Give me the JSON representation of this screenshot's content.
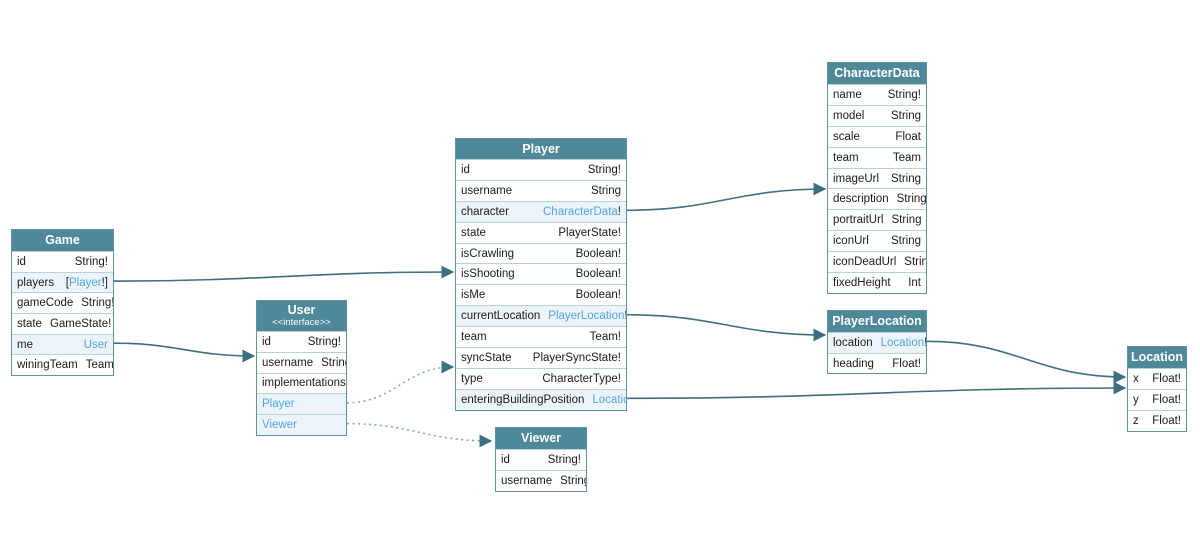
{
  "diagram": {
    "kind": "graphql-schema-diagram",
    "colors": {
      "canvas_bg": "#ffffff",
      "header_bg": "#4e8899",
      "header_text": "#ffffff",
      "row_bg": "#ffffff",
      "link_row_bg": "#ecf4fa",
      "table_border": "#5d93a3",
      "row_border": "#b7d2da",
      "field_text": "#1b1b1b",
      "link_text": "#52a5e4",
      "edge_solid": "#3c6f80",
      "edge_dotted": "#85aab5"
    },
    "tables": [
      {
        "id": "Game",
        "title": "Game",
        "stereotype": "",
        "fields": [
          {
            "name": "id",
            "link": false,
            "type_parts": [
              {
                "t": "String!",
                "link": false
              }
            ]
          },
          {
            "name": "players",
            "link": true,
            "type_parts": [
              {
                "t": "[",
                "link": false
              },
              {
                "t": "Player",
                "link": true
              },
              {
                "t": "!]",
                "link": false
              }
            ]
          },
          {
            "name": "gameCode",
            "link": false,
            "type_parts": [
              {
                "t": "String!",
                "link": false
              }
            ]
          },
          {
            "name": "state",
            "link": false,
            "type_parts": [
              {
                "t": "GameState!",
                "link": false
              }
            ]
          },
          {
            "name": "me",
            "link": true,
            "type_parts": [
              {
                "t": "User",
                "link": true
              }
            ]
          },
          {
            "name": "winingTeam",
            "link": false,
            "type_parts": [
              {
                "t": "Team",
                "link": false
              }
            ]
          }
        ]
      },
      {
        "id": "User",
        "title": "User",
        "stereotype": "<<interface>>",
        "fields": [
          {
            "name": "id",
            "link": false,
            "type_parts": [
              {
                "t": "String!",
                "link": false
              }
            ]
          },
          {
            "name": "username",
            "link": false,
            "type_parts": [
              {
                "t": "String",
                "link": false
              }
            ]
          },
          {
            "name": "implementations",
            "link": false,
            "type_parts": []
          },
          {
            "name": "Player",
            "link": true,
            "name_link": true,
            "type_parts": []
          },
          {
            "name": "Viewer",
            "link": true,
            "name_link": true,
            "type_parts": []
          }
        ]
      },
      {
        "id": "Player",
        "title": "Player",
        "stereotype": "",
        "fields": [
          {
            "name": "id",
            "link": false,
            "type_parts": [
              {
                "t": "String!",
                "link": false
              }
            ]
          },
          {
            "name": "username",
            "link": false,
            "type_parts": [
              {
                "t": "String",
                "link": false
              }
            ]
          },
          {
            "name": "character",
            "link": true,
            "type_parts": [
              {
                "t": "CharacterData",
                "link": true
              },
              {
                "t": "!",
                "link": false
              }
            ]
          },
          {
            "name": "state",
            "link": false,
            "type_parts": [
              {
                "t": "PlayerState!",
                "link": false
              }
            ]
          },
          {
            "name": "isCrawling",
            "link": false,
            "type_parts": [
              {
                "t": "Boolean!",
                "link": false
              }
            ]
          },
          {
            "name": "isShooting",
            "link": false,
            "type_parts": [
              {
                "t": "Boolean!",
                "link": false
              }
            ]
          },
          {
            "name": "isMe",
            "link": false,
            "type_parts": [
              {
                "t": "Boolean!",
                "link": false
              }
            ]
          },
          {
            "name": "currentLocation",
            "link": true,
            "type_parts": [
              {
                "t": "PlayerLocation",
                "link": true
              },
              {
                "t": "!",
                "link": false
              }
            ]
          },
          {
            "name": "team",
            "link": false,
            "type_parts": [
              {
                "t": "Team!",
                "link": false
              }
            ]
          },
          {
            "name": "syncState",
            "link": false,
            "type_parts": [
              {
                "t": "PlayerSyncState!",
                "link": false
              }
            ]
          },
          {
            "name": "type",
            "link": false,
            "type_parts": [
              {
                "t": "CharacterType!",
                "link": false
              }
            ]
          },
          {
            "name": "enteringBuildingPosition",
            "link": true,
            "type_parts": [
              {
                "t": "Location",
                "link": true
              }
            ]
          }
        ]
      },
      {
        "id": "CharacterData",
        "title": "CharacterData",
        "stereotype": "",
        "fields": [
          {
            "name": "name",
            "link": false,
            "type_parts": [
              {
                "t": "String!",
                "link": false
              }
            ]
          },
          {
            "name": "model",
            "link": false,
            "type_parts": [
              {
                "t": "String",
                "link": false
              }
            ]
          },
          {
            "name": "scale",
            "link": false,
            "type_parts": [
              {
                "t": "Float",
                "link": false
              }
            ]
          },
          {
            "name": "team",
            "link": false,
            "type_parts": [
              {
                "t": "Team",
                "link": false
              }
            ]
          },
          {
            "name": "imageUrl",
            "link": false,
            "type_parts": [
              {
                "t": "String",
                "link": false
              }
            ]
          },
          {
            "name": "description",
            "link": false,
            "type_parts": [
              {
                "t": "String",
                "link": false
              }
            ]
          },
          {
            "name": "portraitUrl",
            "link": false,
            "type_parts": [
              {
                "t": "String",
                "link": false
              }
            ]
          },
          {
            "name": "iconUrl",
            "link": false,
            "type_parts": [
              {
                "t": "String",
                "link": false
              }
            ]
          },
          {
            "name": "iconDeadUrl",
            "link": false,
            "type_parts": [
              {
                "t": "String",
                "link": false
              }
            ]
          },
          {
            "name": "fixedHeight",
            "link": false,
            "type_parts": [
              {
                "t": "Int",
                "link": false
              }
            ]
          }
        ]
      },
      {
        "id": "PlayerLocation",
        "title": "PlayerLocation",
        "stereotype": "",
        "fields": [
          {
            "name": "location",
            "link": true,
            "type_parts": [
              {
                "t": "Location",
                "link": true
              },
              {
                "t": "!",
                "link": false
              }
            ]
          },
          {
            "name": "heading",
            "link": false,
            "type_parts": [
              {
                "t": "Float!",
                "link": false
              }
            ]
          }
        ]
      },
      {
        "id": "Location",
        "title": "Location",
        "stereotype": "",
        "fields": [
          {
            "name": "x",
            "link": false,
            "type_parts": [
              {
                "t": "Float!",
                "link": false
              }
            ]
          },
          {
            "name": "y",
            "link": false,
            "type_parts": [
              {
                "t": "Float!",
                "link": false
              }
            ]
          },
          {
            "name": "z",
            "link": false,
            "type_parts": [
              {
                "t": "Float!",
                "link": false
              }
            ]
          }
        ]
      },
      {
        "id": "Viewer",
        "title": "Viewer",
        "stereotype": "",
        "fields": [
          {
            "name": "id",
            "link": false,
            "type_parts": [
              {
                "t": "String!",
                "link": false
              }
            ]
          },
          {
            "name": "username",
            "link": false,
            "type_parts": [
              {
                "t": "String",
                "link": false
              }
            ]
          }
        ]
      }
    ],
    "edges": [
      {
        "from": "Game.players",
        "to": "Player",
        "style": "solid"
      },
      {
        "from": "Game.me",
        "to": "User",
        "style": "solid"
      },
      {
        "from": "Player.character",
        "to": "CharacterData",
        "style": "solid"
      },
      {
        "from": "Player.currentLocation",
        "to": "PlayerLocation",
        "style": "solid"
      },
      {
        "from": "Player.enteringBuildingPosition",
        "to": "Location",
        "style": "solid"
      },
      {
        "from": "PlayerLocation.location",
        "to": "Location",
        "style": "solid"
      },
      {
        "from": "User.Player",
        "to": "Player",
        "style": "dotted"
      },
      {
        "from": "User.Viewer",
        "to": "Viewer",
        "style": "dotted"
      }
    ]
  }
}
